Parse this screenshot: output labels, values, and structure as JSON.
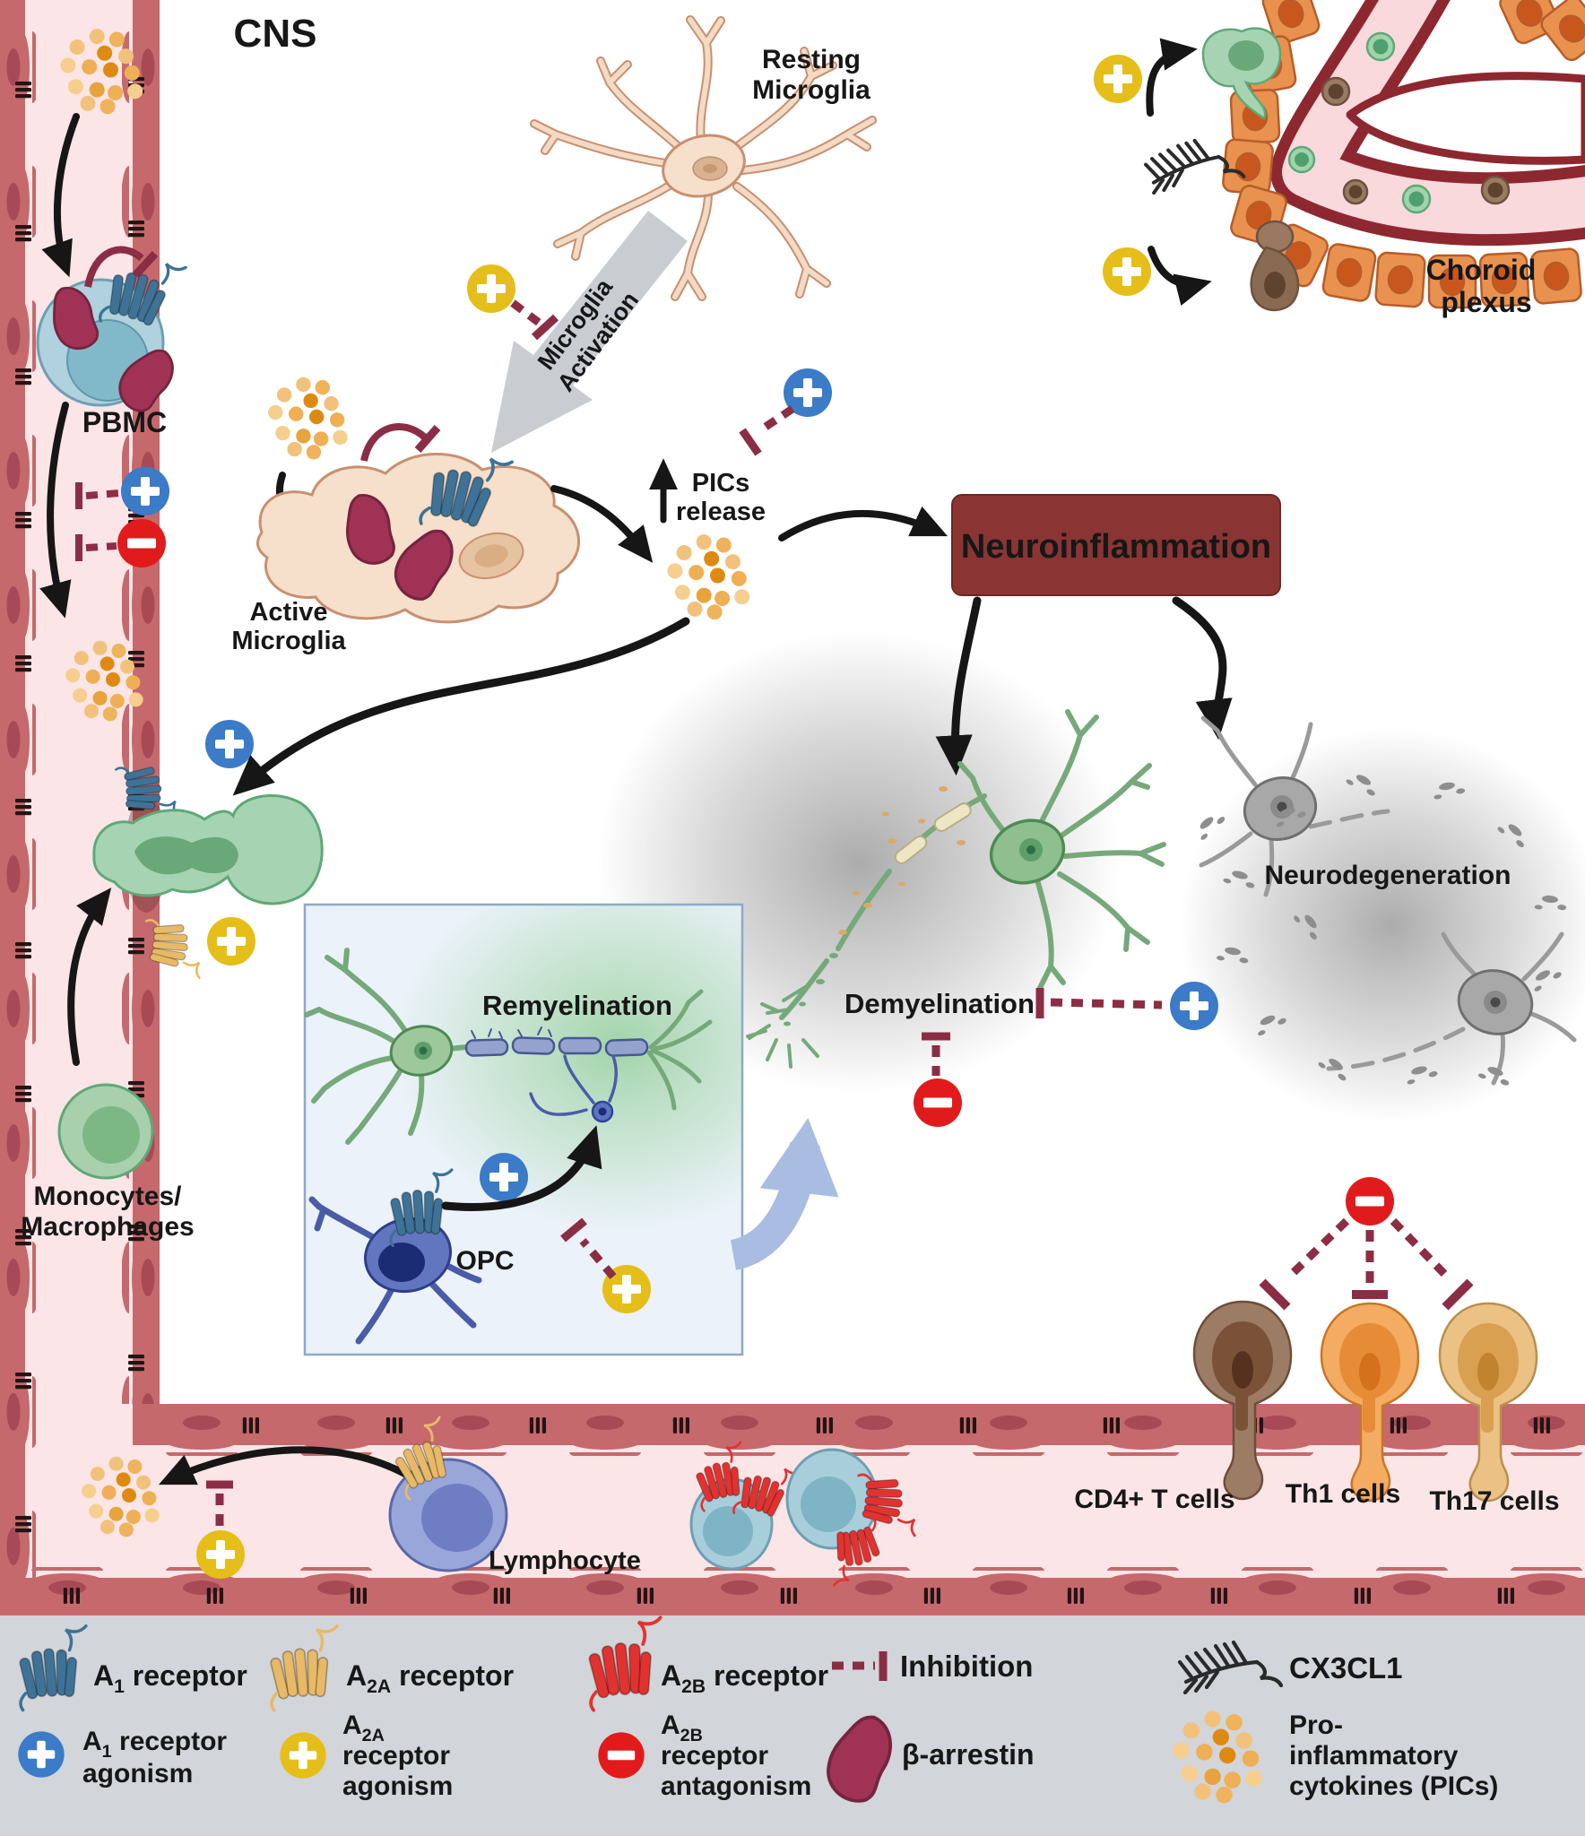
{
  "title": "CNS",
  "labels": {
    "cns": "CNS",
    "resting_microglia": [
      "Resting",
      "Microglia"
    ],
    "microglia_activation": [
      "Microglia",
      "Activation"
    ],
    "active_microglia": [
      "Active",
      "Microglia"
    ],
    "pbmc": "PBMC",
    "pics_release": [
      "PICs",
      "release"
    ],
    "neuroinflammation": "Neuroinflammation",
    "choroid_plexus": [
      "Choroid",
      "plexus"
    ],
    "demyelination": "Demyelination",
    "neurodegeneration": "Neurodegeneration",
    "remyelination": "Remyelination",
    "opc": "OPC",
    "monocytes": [
      "Monocytes/",
      "Macrophages"
    ],
    "lymphocyte": "Lymphocyte",
    "cd4_t_cells": "CD4+ T cells",
    "th1_cells": "Th1 cells",
    "th17_cells": "Th17 cells"
  },
  "legend": {
    "a1_receptor": {
      "pre": "A",
      "sub": "1",
      "post": " receptor"
    },
    "a1_agonism": {
      "pre": "A",
      "sub": "1",
      "post": " receptor",
      "line2": "agonism"
    },
    "a2a_receptor": {
      "pre": "A",
      "sub": "2A",
      "post": " receptor"
    },
    "a2a_agonism": {
      "pre": "A",
      "sub": "2A",
      "line2": "receptor",
      "line3": "agonism"
    },
    "a2b_receptor": {
      "pre": "A",
      "sub": "2B",
      "post": " receptor"
    },
    "a2b_antagonism": {
      "pre": "A",
      "sub": "2B",
      "line2": "receptor",
      "line3": "antagonism"
    },
    "inhibition": "Inhibition",
    "cx3cl1": "CX3CL1",
    "beta_arrestin": "β-arrestin",
    "pics": [
      "Pro-",
      "inflammatory",
      "cytokines (PICs)"
    ]
  },
  "icons": {
    "agonism_badge": "plus-in-circle",
    "antagonism_badge": "minus-in-circle",
    "inhibition_connector": "dashed-line-with-T-bar",
    "cx3cl1": "feather-glyph",
    "beta_arrestin": "kidney-blob",
    "cytokines": "dot-cluster",
    "receptor": "gpcr-barrel"
  },
  "colors": {
    "a1_receptor": "#3E7296",
    "a2a_receptor": "#E8B966",
    "a2b_receptor": "#E23230",
    "a1_agonism": "#3B7BC8",
    "a2a_agonism": "#E5BE1A",
    "a2b_antagonism": "#E11B1B",
    "inhibition": "#8C2D46",
    "neuroinflammation_box": "#8B3434",
    "neuroinflammation_text": "#FCF6EE",
    "legend_bg": "#D2D5D9",
    "vessel_wall": "#C5696C",
    "vessel_nucleus": "#A84A55",
    "vessel_lumen": "#FBE5E6",
    "microglia": "#F6DFCB",
    "neuron_green": "#9CC89C",
    "opc_blue": "#6276C0",
    "remyelination_box": "#EBF2F9"
  }
}
